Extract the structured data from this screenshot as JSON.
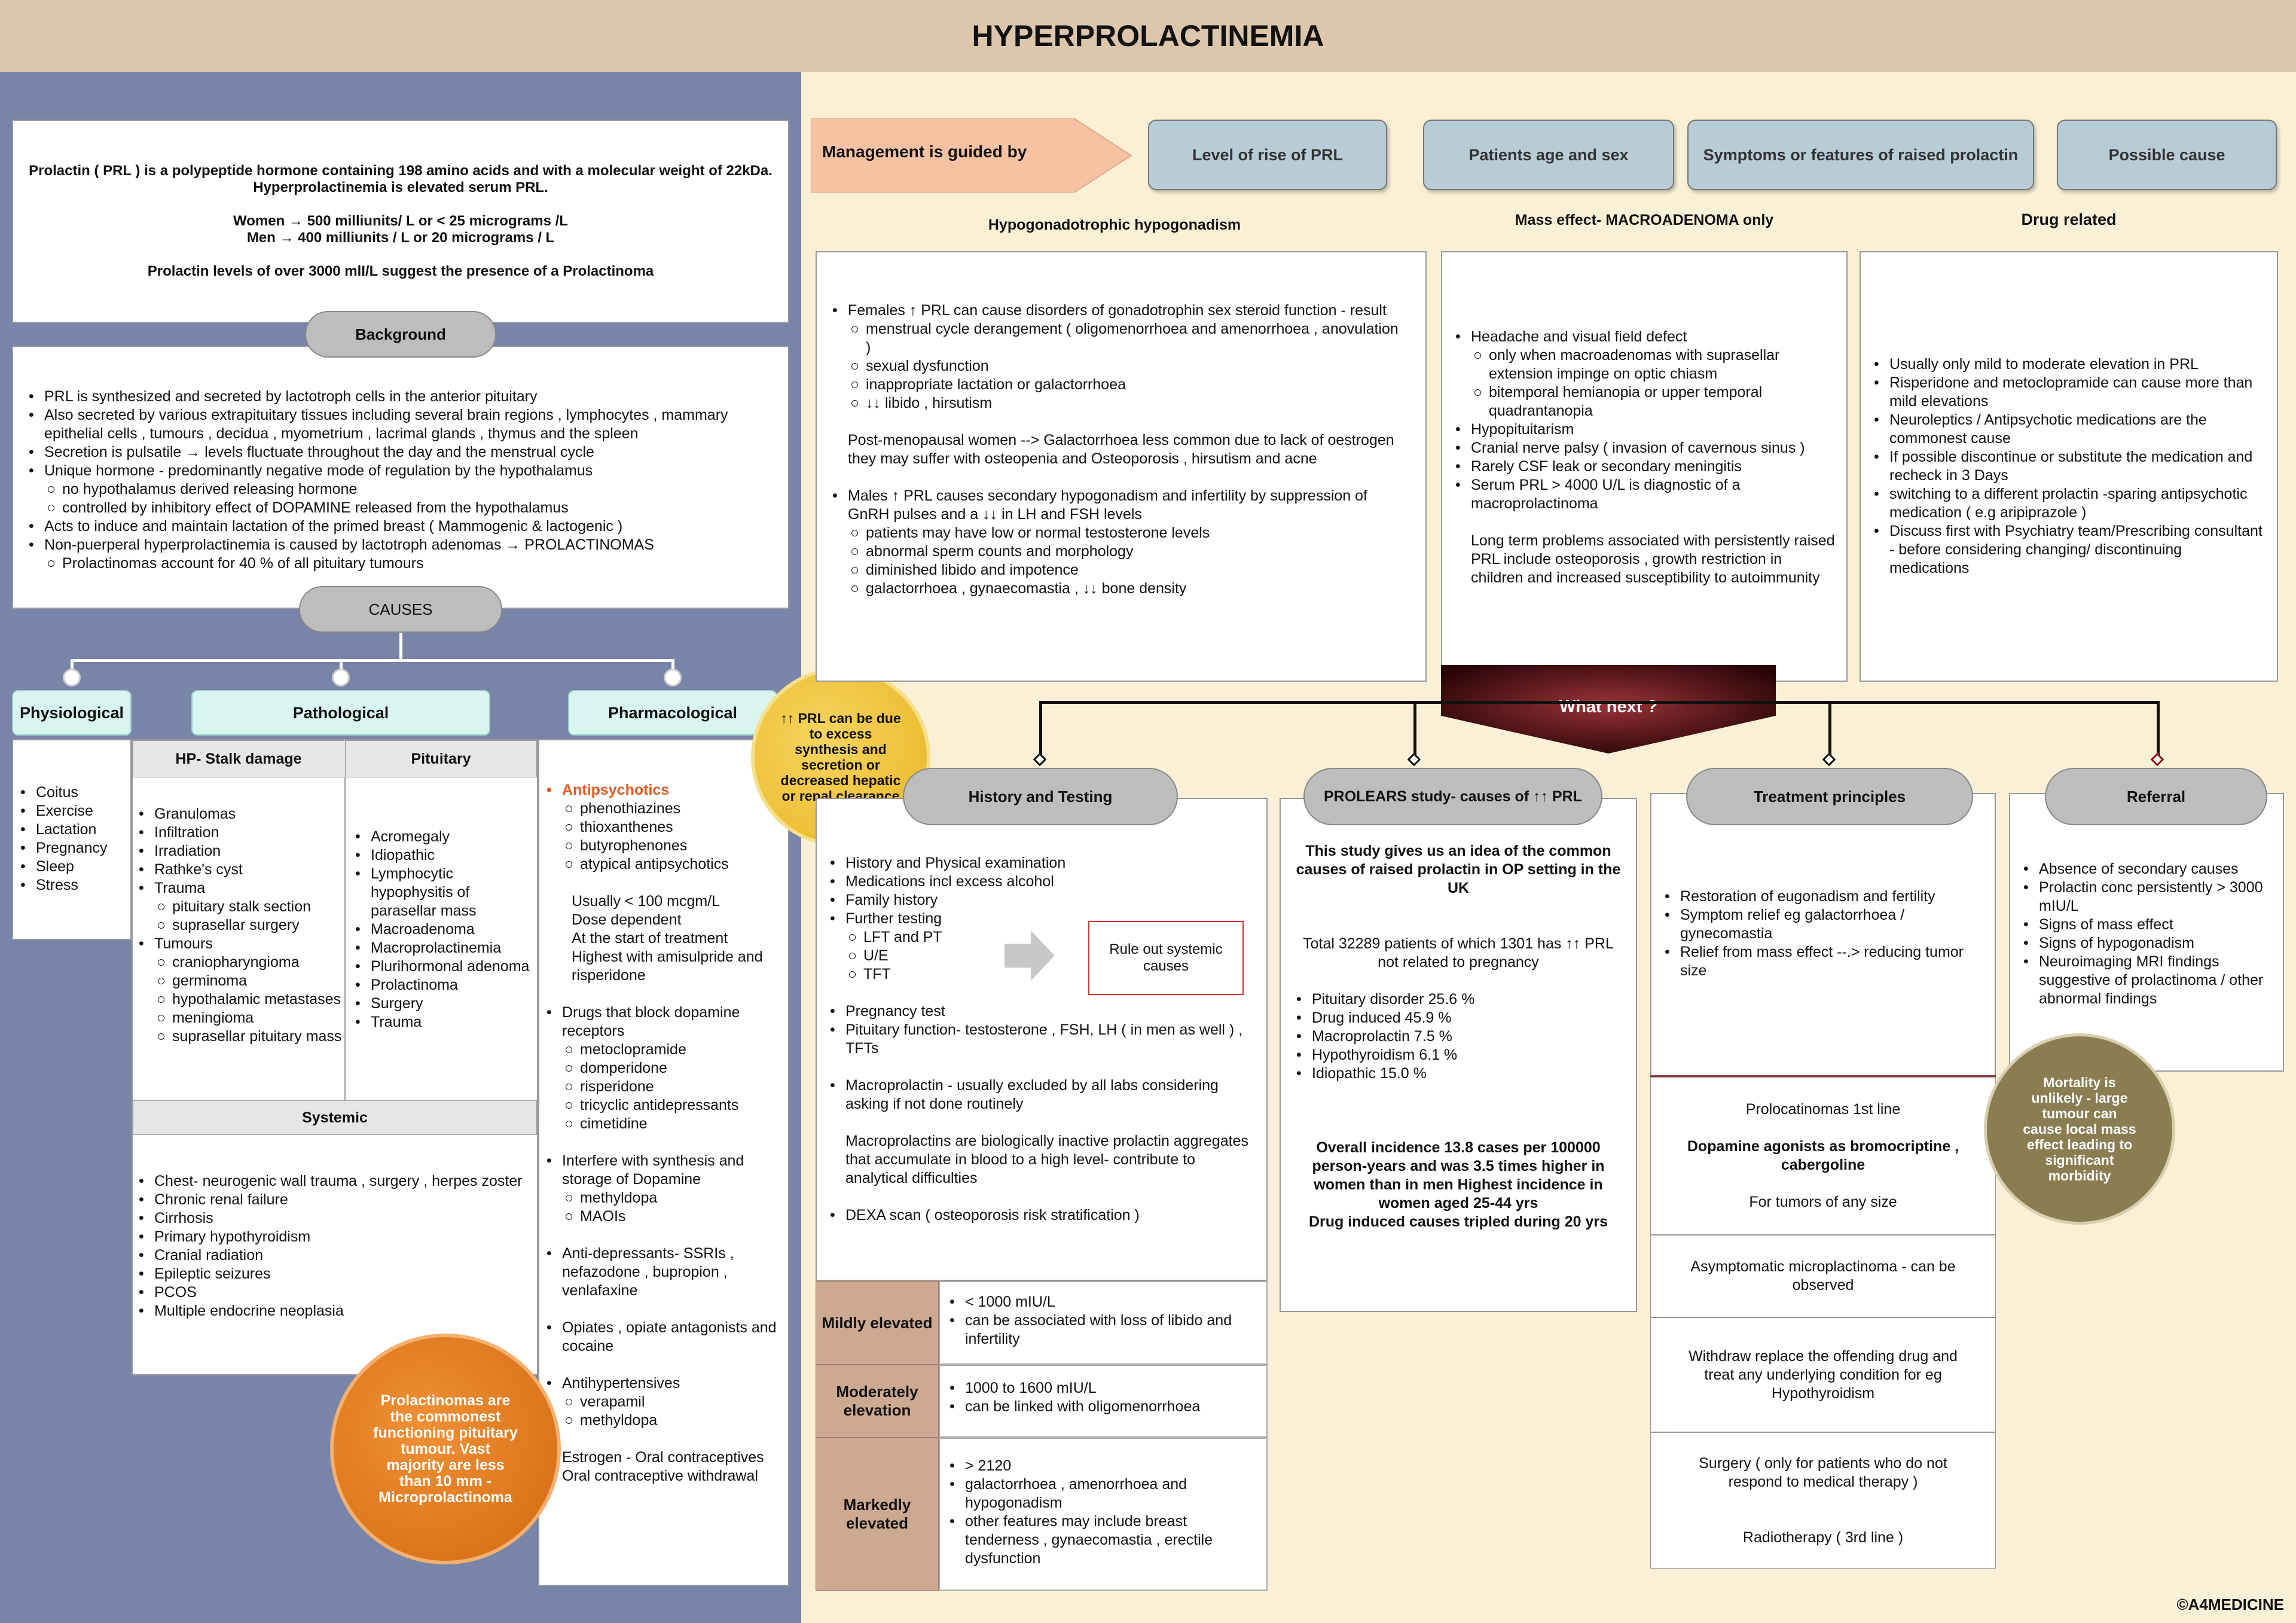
{
  "title": "HYPERPROLACTINEMIA",
  "colors": {
    "header": "#dcc7ad",
    "left_bg": "#7885a8",
    "right_bg": "#faf0d6",
    "orange": "#e07a18",
    "yellow": "#f0c030",
    "olive": "#8a7d52",
    "darkred": "#5c1015"
  },
  "intro": {
    "p1": "Prolactin ( PRL ) is a polypeptide hormone containing 198 amino acids and with a molecular weight of 22kDa.",
    "p2": "Hyperprolactinemia is elevated serum PRL.",
    "women": "Women →  500 milliunits/ L or < 25 micrograms /L",
    "men": "Men → 400 milliunits / L or 20 micrograms / L",
    "p3": "Prolactin levels of over 3000 mlI/L suggest the presence of a Prolactinoma"
  },
  "background": {
    "label": "Background",
    "items": [
      "PRL is synthesized and secreted by lactotroph cells in the anterior pituitary",
      "Also secreted by various extrapituitary tissues including several brain regions , lymphocytes , mammary epithelial cells , tumours , decidua , myometrium , lacrimal glands , thymus and the spleen",
      "Secretion is pulsatile → levels fluctuate throughout the day and the menstrual cycle",
      "Unique hormone - predominantly negative mode of regulation by the hypothalamus"
    ],
    "sub1": [
      "no hypothalamus derived releasing hormone",
      "controlled by inhibitory effect of DOPAMINE released from the hypothalamus"
    ],
    "items2": [
      "Acts to induce and maintain lactation of the primed breast ( Mammogenic & lactogenic )",
      "Non-puerperal hyperprolactinemia is caused by lactotroph adenomas → PROLACTINOMAS"
    ],
    "sub2": [
      "Prolactinomas account for 40 % of all pituitary tumours"
    ]
  },
  "causes": {
    "label": "CAUSES",
    "physiological": {
      "label": "Physiological",
      "items": [
        "Coitus",
        "Exercise",
        "Lactation",
        "Pregnancy",
        "Sleep",
        "Stress"
      ]
    },
    "pathological": {
      "label": "Pathological",
      "hp_label": "HP- Stalk damage",
      "pit_label": "Pituitary",
      "systemic_label": "Systemic",
      "hp_items": [
        "Granulomas",
        "Infiltration",
        "Irradiation",
        "Rathke's cyst",
        "Trauma"
      ],
      "hp_trauma_sub": [
        "pituitary stalk section",
        "suprasellar surgery"
      ],
      "hp_tumours": "Tumours",
      "hp_tumour_sub": [
        "craniopharyngioma",
        "germinoma",
        "hypothalamic metastases",
        "meningioma",
        "suprasellar pituitary mass"
      ],
      "pit_items": [
        "Acromegaly",
        "Idiopathic",
        "Lymphocytic hypophysitis of parasellar mass",
        "Macroadenoma",
        "Macroprolactinemia",
        "Plurihormonal adenoma",
        "Prolactinoma",
        "Surgery",
        "Trauma"
      ],
      "systemic_items": [
        "Chest- neurogenic wall trauma , surgery , herpes zoster",
        "Chronic renal failure",
        "Cirrhosis",
        "Primary hypothyroidism",
        "Cranial radiation",
        "Epileptic seizures",
        "PCOS",
        "Multiple endocrine neoplasia"
      ]
    },
    "pharmacological": {
      "label": "Pharmacological",
      "antipsychotics": "Antipsychotics",
      "anti_sub": [
        "phenothiazines",
        "thioxanthenes",
        "butyrophenones",
        "atypical antipsychotics"
      ],
      "note1": "Usually < 100 mcgm/L",
      "note2": "Dose dependent",
      "note3": "At the start of treatment",
      "note4": "Highest with amisulpride and risperidone",
      "dopamine": "Drugs that block dopamine receptors",
      "dopamine_sub": [
        "metoclopramide",
        "domperidone",
        "risperidone",
        "tricyclic antidepressants",
        "cimetidine"
      ],
      "interfere": "Interfere with synthesis and storage of Dopamine",
      "interfere_sub": [
        "methyldopa",
        "MAOIs"
      ],
      "antidep": "Anti-depressants- SSRIs , nefazodone , bupropion , venlafaxine",
      "opiates": "Opiates , opiate antagonists and cocaine",
      "antihyp": "Antihypertensives",
      "antihyp_sub": [
        "verapamil",
        "methyldopa"
      ],
      "estrogen": "Estrogen - Oral contraceptives",
      "estrogen2": "Oral contraceptive withdrawal"
    }
  },
  "yellow_circle": "↑↑ PRL can be due to excess synthesis and secretion or decreased hepatic or renal clearance",
  "orange_circle": "Prolactinomas are the commonest functioning pituitary tumour. Vast majority are less than 10 mm - Microprolactinoma",
  "management": {
    "label": "Management is guided by",
    "boxes": [
      "Level of rise of PRL",
      "Patients age and sex",
      "Symptoms or features of raised prolactin",
      "Possible cause"
    ]
  },
  "col1": {
    "head": "Hypogonadotrophic hypogonadism",
    "females": "Females ↑ PRL can cause disorders of gonadotrophin sex steroid function - result",
    "f_sub": [
      "menstrual cycle derangement ( oligomenorrhoea and amenorrhoea , anovulation )",
      "sexual dysfunction",
      "inappropriate lactation or galactorrhoea",
      "↓↓ libido , hirsutism"
    ],
    "post": "Post-menopausal women --> Galactorrhoea less common due to lack of oestrogen they may suffer with osteopenia and Osteoporosis , hirsutism and acne",
    "males": "Males ↑ PRL causes secondary hypogonadism and infertility by suppression of GnRH pulses and a ↓↓ in LH and FSH levels",
    "m_sub": [
      "patients may have low or normal testosterone levels",
      "abnormal sperm counts and morphology",
      "diminished libido and impotence",
      "galactorrhoea , gynaecomastia , ↓↓ bone density"
    ]
  },
  "col2": {
    "head": "Mass effect- MACROADENOMA only",
    "headache": "Headache and visual field defect",
    "h_sub": [
      "only when macroadenomas with suprasellar extension impinge on optic chiasm",
      "bitemporal hemianopia or upper temporal quadrantanopia"
    ],
    "items": [
      "Hypopituitarism",
      "Cranial nerve palsy ( invasion of cavernous sinus )",
      "Rarely CSF leak or secondary meningitis",
      "Serum PRL > 4000 U/L is diagnostic of a macroprolactinoma"
    ],
    "long": "Long term problems associated with persistently raised PRL include osteoporosis , growth restriction in children and increased susceptibility to autoimmunity"
  },
  "col3": {
    "head": "Drug related",
    "items": [
      "Usually only mild to moderate elevation in PRL",
      "Risperidone and metoclopramide can cause more than mild elevations",
      "Neuroleptics / Antipsychotic medications are the commonest cause",
      "If possible discontinue or substitute the medication and recheck in 3 Days",
      "switching to a different prolactin -sparing antipsychotic medication ( e.g aripiprazole )",
      "Discuss first with Psychiatry team/Prescribing consultant - before considering changing/ discontinuing medications"
    ]
  },
  "whatnext": "What next ?",
  "history": {
    "label": "History and Testing",
    "items": [
      "History and Physical examination",
      "Medications incl excess alcohol",
      "Family history",
      "Further testing"
    ],
    "sub": [
      "LFT and PT",
      "U/E",
      "TFT"
    ],
    "rule_out": "Rule out systemic causes",
    "items2": [
      "Pregnancy test",
      "Pituitary function- testosterone , FSH, LH ( in men as well ) , TFTs"
    ],
    "macro": "Macroprolactin - usually excluded by all labs considering asking if not done routinely",
    "macro2": "Macroprolactins are biologically inactive prolactin aggregates that accumulate in blood to a high level- contribute to analytical difficulties",
    "dexa": "DEXA scan ( osteoporosis risk stratification )",
    "levels": [
      {
        "label": "Mildly elevated",
        "items": [
          "< 1000 mIU/L",
          "can be associated with loss of libido and infertility"
        ]
      },
      {
        "label": "Moderately elevation",
        "items": [
          "1000 to 1600 mIU/L",
          "can be linked with oligomenorrhoea"
        ]
      },
      {
        "label": "Markedly elevated",
        "items": [
          "> 2120",
          "galactorrhoea , amenorrhoea and hypogonadism",
          "other features may include breast tenderness , gynaecomastia , erectile dysfunction"
        ]
      }
    ]
  },
  "prolears": {
    "label": "PROLEARS study- causes of ↑↑ PRL",
    "intro": "This study gives us an idea of the common causes of raised prolactin in OP setting in the UK",
    "total": "Total 32289 patients of which 1301 has ↑↑ PRL not related to pregnancy",
    "items": [
      "Pituitary disorder 25.6 %",
      "Drug induced 45.9 %",
      "Macroprolactin 7.5 %",
      "Hypothyroidism 6.1 %",
      "Idiopathic 15.0 %"
    ],
    "incidence": "Overall incidence 13.8 cases per 100000 person-years and was 3.5 times higher in women than in men Highest incidence in women aged 25-44 yrs",
    "tripled": "Drug induced causes tripled during 20 yrs"
  },
  "treatment": {
    "label": "Treatment principles",
    "items": [
      "Restoration of eugonadism and fertility",
      "Symptom relief eg galactorrhoea / gynecomastia",
      "Relief from mass effect --.> reducing tumor size"
    ],
    "t1a": "Prolocatinomas 1st line",
    "t1b": "Dopamine agonists as bromocriptine , cabergoline",
    "t1c": "For tumors of any size",
    "t2": "Asymptomatic microplactinoma - can be observed",
    "t3": "Withdraw replace the offending drug and treat any underlying condition for eg Hypothyroidism",
    "t4a": "Surgery ( only for patients who do not respond to medical therapy )",
    "t4b": "Radiotherapy ( 3rd line )"
  },
  "referral": {
    "label": "Referral",
    "items": [
      "Absence of secondary causes",
      "Prolactin conc persistently > 3000 mIU/L",
      "Signs of mass effect",
      "Signs of hypogonadism",
      "Neuroimaging MRI findings suggestive of prolactinoma / other abnormal findings"
    ]
  },
  "olive_circle": "Mortality is unlikely - large tumour can cause local mass effect leading to significant morbidity",
  "copyright": "©A4MEDICINE"
}
